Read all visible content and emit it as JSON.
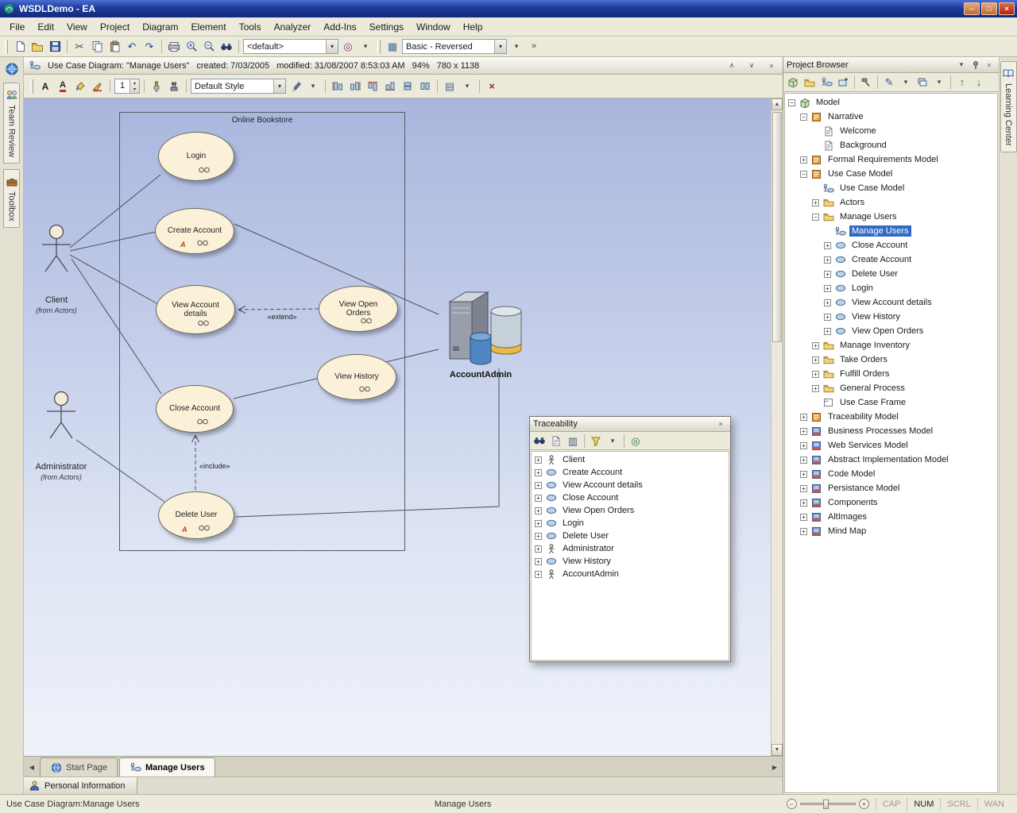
{
  "window": {
    "title": "WSDLDemo - EA"
  },
  "menu": {
    "items": [
      "File",
      "Edit",
      "View",
      "Project",
      "Diagram",
      "Element",
      "Tools",
      "Analyzer",
      "Add-Ins",
      "Settings",
      "Window",
      "Help"
    ]
  },
  "main_toolbar": {
    "items": [
      {
        "t": "grip"
      },
      {
        "t": "icon",
        "n": "new-document"
      },
      {
        "t": "icon",
        "n": "open-project"
      },
      {
        "t": "icon",
        "n": "save"
      },
      {
        "t": "sep"
      },
      {
        "t": "icon",
        "n": "cut"
      },
      {
        "t": "icon",
        "n": "copy"
      },
      {
        "t": "icon",
        "n": "paste"
      },
      {
        "t": "icon",
        "n": "undo"
      },
      {
        "t": "icon",
        "n": "redo"
      },
      {
        "t": "sep"
      },
      {
        "t": "icon",
        "n": "print"
      },
      {
        "t": "icon",
        "n": "zoom-in"
      },
      {
        "t": "icon",
        "n": "zoom-out"
      },
      {
        "t": "icon",
        "n": "search"
      },
      {
        "t": "sep"
      },
      {
        "t": "combo",
        "v": "<default>",
        "name": "default-combo",
        "w": 120
      },
      {
        "t": "icon",
        "n": "navigate-target"
      },
      {
        "t": "icon",
        "n": "chevron-down"
      },
      {
        "t": "grip"
      },
      {
        "t": "icon",
        "n": "diagram-grid"
      },
      {
        "t": "combo",
        "v": "Basic - Reversed",
        "name": "visual-style-combo",
        "w": 132
      },
      {
        "t": "icon",
        "n": "chevron-down"
      },
      {
        "t": "icon",
        "n": "toolbar-overflow"
      }
    ]
  },
  "caption": {
    "title": "Use Case Diagram: \"Manage Users\"",
    "created": "created: 7/03/2005",
    "modified": "modified: 31/08/2007 8:53:03 AM",
    "zoom": "94%",
    "size": "780 x 1138"
  },
  "format_toolbar": {
    "items": [
      {
        "t": "grip"
      },
      {
        "t": "icon",
        "n": "font"
      },
      {
        "t": "icon",
        "n": "text-color"
      },
      {
        "t": "icon",
        "n": "fill-color"
      },
      {
        "t": "icon",
        "n": "line-color"
      },
      {
        "t": "sep"
      },
      {
        "t": "spin",
        "v": "1",
        "name": "line-width-spinner"
      },
      {
        "t": "sep"
      },
      {
        "t": "icon",
        "n": "format-painter"
      },
      {
        "t": "icon",
        "n": "apply-style"
      },
      {
        "t": "sep"
      },
      {
        "t": "combo",
        "v": "Default Style",
        "name": "style-combo",
        "w": 120
      },
      {
        "t": "icon",
        "n": "paintbrush"
      },
      {
        "t": "icon",
        "n": "chevron-down"
      },
      {
        "t": "sep"
      },
      {
        "t": "icon",
        "n": "align-left"
      },
      {
        "t": "icon",
        "n": "align-right"
      },
      {
        "t": "icon",
        "n": "align-top"
      },
      {
        "t": "icon",
        "n": "align-bottom"
      },
      {
        "t": "icon",
        "n": "same-width"
      },
      {
        "t": "icon",
        "n": "same-height"
      },
      {
        "t": "sep"
      },
      {
        "t": "icon",
        "n": "auto-layout"
      },
      {
        "t": "icon",
        "n": "chevron-down"
      },
      {
        "t": "sep"
      },
      {
        "t": "icon",
        "n": "delete-element"
      }
    ]
  },
  "strips": {
    "left": [
      {
        "label": "Team Review",
        "icon": "team-review"
      },
      {
        "label": "Toolbox",
        "icon": "toolbox"
      }
    ],
    "right": [
      {
        "label": "Learning Center",
        "icon": "learning"
      }
    ]
  },
  "diagram": {
    "boundary_label": "Online Bookstore",
    "use_cases": [
      {
        "label": "Login"
      },
      {
        "label": "Create Account",
        "action": "A"
      },
      {
        "label": "View Account details"
      },
      {
        "label": "Close Account"
      },
      {
        "label": "Delete User",
        "action": "A"
      },
      {
        "label": "View Open Orders"
      },
      {
        "label": "View History"
      }
    ],
    "actors": [
      {
        "name": "Client",
        "from": "(from Actors)"
      },
      {
        "name": "Administrator",
        "from": "(from Actors)"
      }
    ],
    "node_label": "AccountAdmin",
    "labels": {
      "extend": "«extend»",
      "include": "«include»"
    }
  },
  "traceability": {
    "title": "Traceability",
    "toolbar": [
      {
        "t": "icon",
        "n": "binoculars"
      },
      {
        "t": "icon",
        "n": "documentation"
      },
      {
        "t": "icon",
        "n": "columns"
      },
      {
        "t": "sep"
      },
      {
        "t": "icon",
        "n": "filter"
      },
      {
        "t": "icon",
        "n": "chevron-down"
      },
      {
        "t": "sep"
      },
      {
        "t": "icon",
        "n": "locate"
      }
    ],
    "items": [
      {
        "label": "Client",
        "icon": "actor"
      },
      {
        "label": "Create Account",
        "icon": "usecase"
      },
      {
        "label": "View Account details",
        "icon": "usecase"
      },
      {
        "label": "Close Account",
        "icon": "usecase"
      },
      {
        "label": "View Open Orders",
        "icon": "usecase"
      },
      {
        "label": "Login",
        "icon": "usecase"
      },
      {
        "label": "Delete User",
        "icon": "usecase"
      },
      {
        "label": "Administrator",
        "icon": "actor"
      },
      {
        "label": "View History",
        "icon": "usecase"
      },
      {
        "label": "AccountAdmin",
        "icon": "actor"
      }
    ]
  },
  "doc_tabs": {
    "items": [
      {
        "label": "Start Page",
        "active": false
      },
      {
        "label": "Manage Users",
        "active": true
      }
    ]
  },
  "personal_bar": {
    "label": "Personal Information"
  },
  "status": {
    "left": "Use Case Diagram:Manage Users",
    "center": "Manage Users",
    "indicators": [
      {
        "label": "CAP",
        "active": false
      },
      {
        "label": "NUM",
        "active": true
      },
      {
        "label": "SCRL",
        "active": false
      },
      {
        "label": "WAN",
        "active": false
      }
    ]
  },
  "project_browser": {
    "title": "Project Browser",
    "toolbar": [
      {
        "t": "icon",
        "n": "new-model"
      },
      {
        "t": "icon",
        "n": "new-package"
      },
      {
        "t": "icon",
        "n": "new-diagram"
      },
      {
        "t": "icon",
        "n": "new-element"
      },
      {
        "t": "sep"
      },
      {
        "t": "icon",
        "n": "package-tools"
      },
      {
        "t": "sep"
      },
      {
        "t": "icon",
        "n": "edit"
      },
      {
        "t": "icon",
        "n": "chevron-down"
      },
      {
        "t": "icon",
        "n": "layers"
      },
      {
        "t": "icon",
        "n": "chevron-down"
      },
      {
        "t": "sep"
      },
      {
        "t": "icon",
        "n": "move-up"
      },
      {
        "t": "icon",
        "n": "move-down"
      }
    ],
    "tree": [
      {
        "label": "Model",
        "level": 0,
        "icon": "model",
        "expand": "minus"
      },
      {
        "label": "Narrative",
        "level": 1,
        "icon": "view-orange",
        "expand": "minus"
      },
      {
        "label": "Welcome",
        "level": 2,
        "icon": "document",
        "expand": "none"
      },
      {
        "label": "Background",
        "level": 2,
        "icon": "document",
        "expand": "none"
      },
      {
        "label": "Formal Requirements Model",
        "level": 1,
        "icon": "view-orange",
        "expand": "plus"
      },
      {
        "label": "Use Case Model",
        "level": 1,
        "icon": "view-orange",
        "expand": "minus"
      },
      {
        "label": "Use Case Model",
        "level": 2,
        "icon": "uc-diagram",
        "expand": "none"
      },
      {
        "label": "Actors",
        "level": 2,
        "icon": "folder",
        "expand": "plus"
      },
      {
        "label": "Manage Users",
        "level": 2,
        "icon": "folder",
        "expand": "minus"
      },
      {
        "label": "Manage Users",
        "level": 3,
        "icon": "uc-diagram",
        "expand": "none",
        "selected": true
      },
      {
        "label": "Close Account",
        "level": 3,
        "icon": "usecase",
        "expand": "plus"
      },
      {
        "label": "Create Account",
        "level": 3,
        "icon": "usecase",
        "expand": "plus"
      },
      {
        "label": "Delete User",
        "level": 3,
        "icon": "usecase",
        "expand": "plus"
      },
      {
        "label": "Login",
        "level": 3,
        "icon": "usecase",
        "expand": "plus"
      },
      {
        "label": "View Account details",
        "level": 3,
        "icon": "usecase",
        "expand": "plus"
      },
      {
        "label": "View History",
        "level": 3,
        "icon": "usecase",
        "expand": "plus"
      },
      {
        "label": "View Open Orders",
        "level": 3,
        "icon": "usecase",
        "expand": "plus"
      },
      {
        "label": "Manage Inventory",
        "level": 2,
        "icon": "folder",
        "expand": "plus"
      },
      {
        "label": "Take Orders",
        "level": 2,
        "icon": "folder",
        "expand": "plus"
      },
      {
        "label": "Fulfill Orders",
        "level": 2,
        "icon": "folder",
        "expand": "plus"
      },
      {
        "label": "General Process",
        "level": 2,
        "icon": "folder",
        "expand": "plus"
      },
      {
        "label": "Use Case Frame",
        "level": 2,
        "icon": "frame",
        "expand": "none"
      },
      {
        "label": "Traceability Model",
        "level": 1,
        "icon": "view-orange",
        "expand": "plus"
      },
      {
        "label": "Business Processes Model",
        "level": 1,
        "icon": "view-blue",
        "expand": "plus"
      },
      {
        "label": "Web Services Model",
        "level": 1,
        "icon": "view-blue",
        "expand": "plus"
      },
      {
        "label": "Abstract Implementation Model",
        "level": 1,
        "icon": "view-blue",
        "expand": "plus"
      },
      {
        "label": "Code Model",
        "level": 1,
        "icon": "view-blue",
        "expand": "plus"
      },
      {
        "label": "Persistance Model",
        "level": 1,
        "icon": "view-blue",
        "expand": "plus"
      },
      {
        "label": "Components",
        "level": 1,
        "icon": "view-blue",
        "expand": "plus"
      },
      {
        "label": "AltImages",
        "level": 1,
        "icon": "view-blue",
        "expand": "plus"
      },
      {
        "label": "Mind Map",
        "level": 1,
        "icon": "view-blue",
        "expand": "plus"
      }
    ]
  }
}
